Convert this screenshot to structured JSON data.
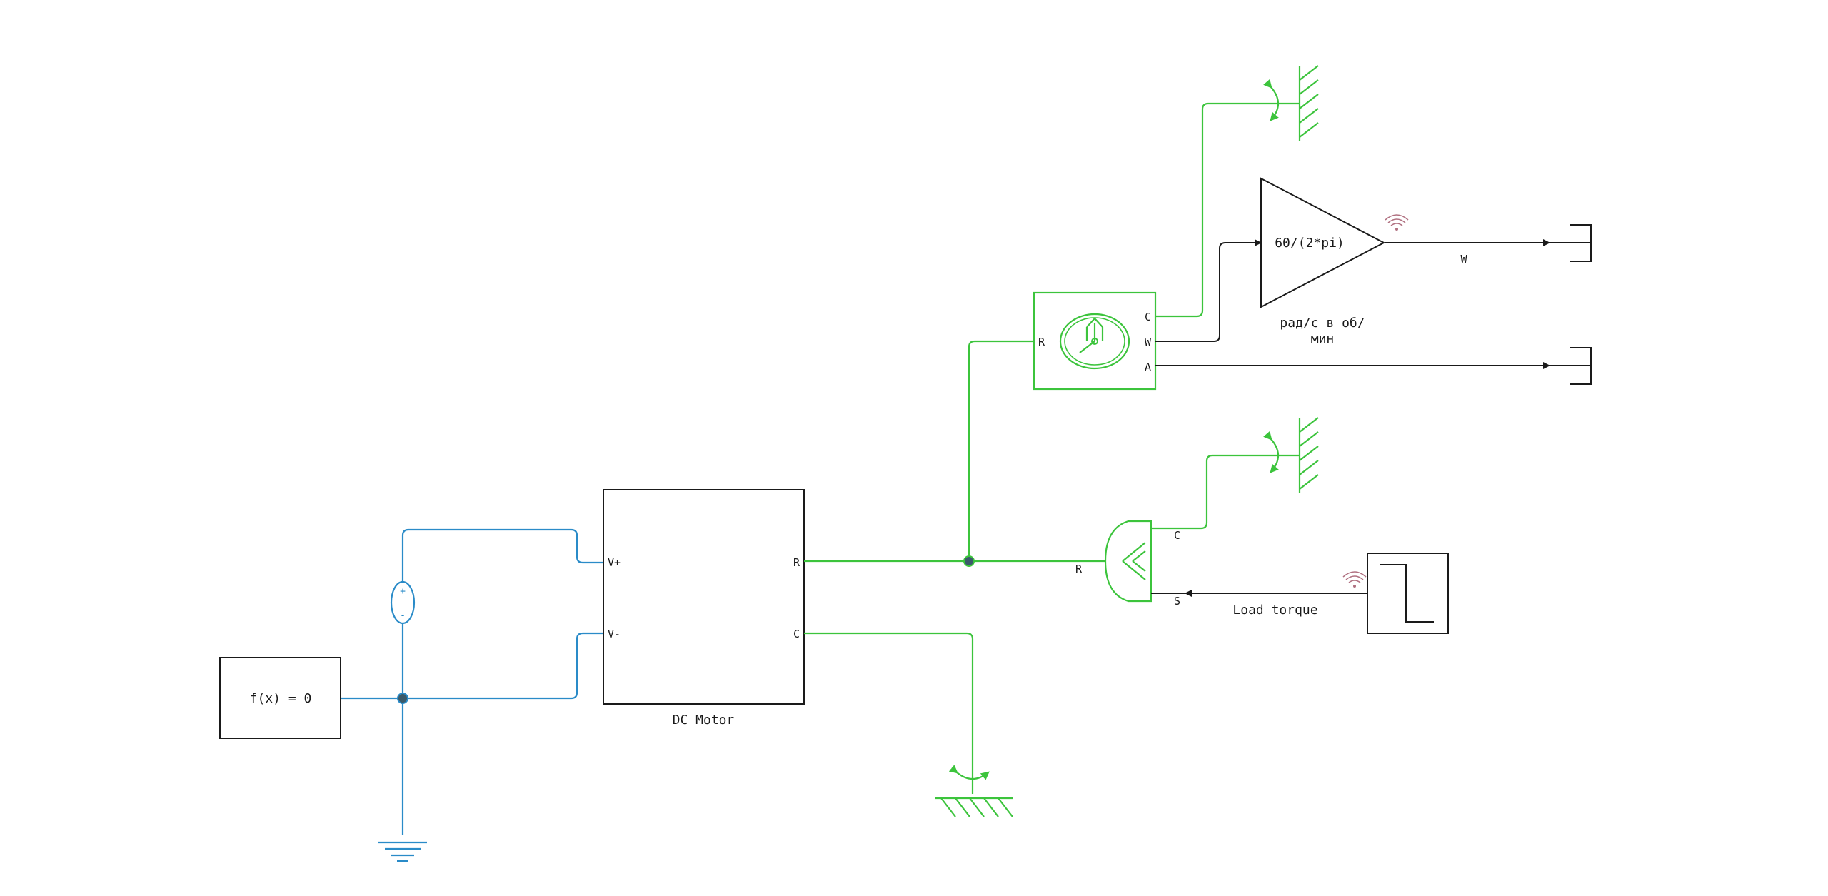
{
  "blocks": {
    "solver_config": {
      "label": "f(x) = 0"
    },
    "dc_motor": {
      "name": "DC Motor",
      "ports": {
        "v_plus": "V+",
        "v_minus": "V-",
        "r": "R",
        "c": "C"
      }
    },
    "motion_sensor": {
      "ports": {
        "r": "R",
        "c": "C",
        "w": "W",
        "a": "A"
      }
    },
    "gain": {
      "expression": "60/(2*pi)",
      "name_line1": "рад/с в об/",
      "name_line2": "мин"
    },
    "torque_source": {
      "ports": {
        "r": "R",
        "c": "C",
        "s": "S"
      }
    },
    "step": {
      "name": "Load torque"
    },
    "voltage_source": {
      "plus": "+",
      "minus": "-"
    }
  },
  "signals": {
    "w_signal": "W"
  },
  "colors": {
    "electrical": "#2a8bc8",
    "mechanical": "#3cc43c",
    "signal": "#1a1a1a",
    "junction": "#3a5a6a",
    "wireless_icon": "#b07080"
  },
  "icons": [
    "ground-icon",
    "rotational-reference-icon",
    "wireless-signal-icon",
    "speedometer-icon",
    "step-icon",
    "terminator-icon"
  ]
}
